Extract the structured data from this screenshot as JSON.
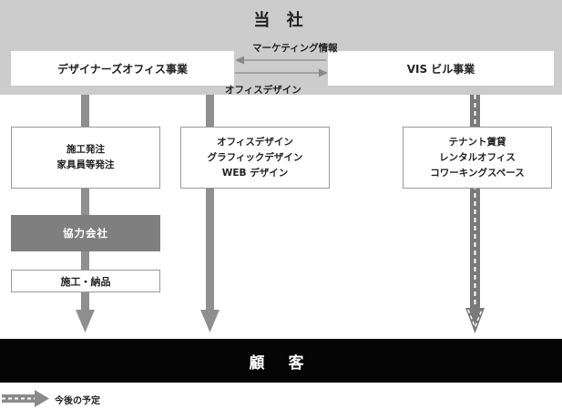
{
  "company": {
    "title": "当 社"
  },
  "businesses": {
    "designers_office": "デザイナーズオフィス事業",
    "vis_building": "VIS ビル事業"
  },
  "flows": {
    "marketing_info": "マーケティング情報",
    "office_design": "オフィスデザイン"
  },
  "services": {
    "construction_order": [
      "施工発注",
      "家具員等発注"
    ],
    "design": [
      "オフィスデザイン",
      "グラフィックデザイン",
      "WEB デザイン"
    ],
    "rental": [
      "テナント賃貸",
      "レンタルオフィス",
      "コワーキングスペース"
    ]
  },
  "partner": {
    "label": "協力会社"
  },
  "delivery": {
    "label": "施工・納品"
  },
  "customer": {
    "label": "顧 客"
  },
  "legend": {
    "planned_label": "今後の予定"
  },
  "colors": {
    "company_band": "#cccccc",
    "flow_gray": "#8f8f8f",
    "partner_box": "#7f7f7f",
    "customer_band": "#050505"
  }
}
